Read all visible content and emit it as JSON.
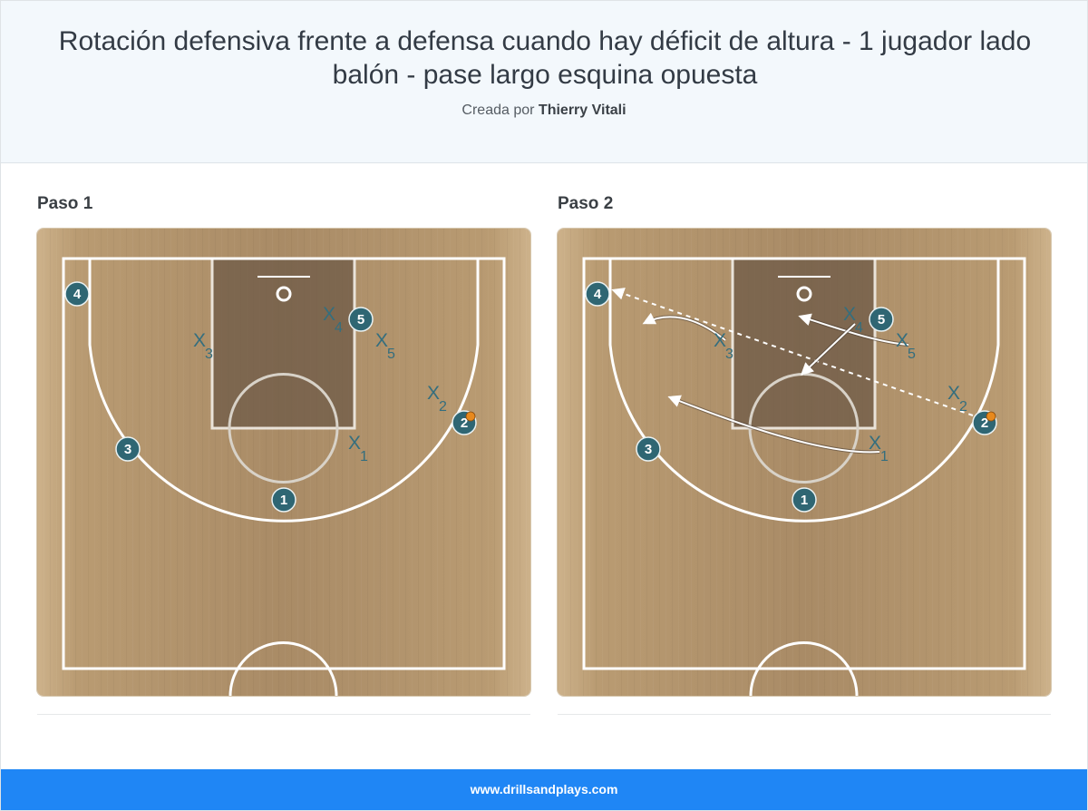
{
  "header": {
    "title": "Rotación defensiva frente a defensa cuando hay déficit de altura - 1 jugador lado balón - pase largo esquina opuesta",
    "byline_prefix": "Creada por",
    "author": "Thierry Vitali"
  },
  "steps": [
    {
      "title": "Paso 1",
      "players": [
        {
          "label": "4",
          "ball": false
        },
        {
          "label": "5",
          "ball": false
        },
        {
          "label": "3",
          "ball": false
        },
        {
          "label": "1",
          "ball": false
        },
        {
          "label": "2",
          "ball": true
        }
      ],
      "defenders": [
        {
          "label": "X",
          "sub": "4"
        },
        {
          "label": "X",
          "sub": "3"
        },
        {
          "label": "X",
          "sub": "5"
        },
        {
          "label": "X",
          "sub": "2"
        },
        {
          "label": "X",
          "sub": "1"
        }
      ]
    },
    {
      "title": "Paso 2",
      "players": [
        {
          "label": "4",
          "ball": false
        },
        {
          "label": "5",
          "ball": false
        },
        {
          "label": "3",
          "ball": false
        },
        {
          "label": "1",
          "ball": false
        },
        {
          "label": "2",
          "ball": true
        }
      ],
      "defenders": [
        {
          "label": "X",
          "sub": "4"
        },
        {
          "label": "X",
          "sub": "3"
        },
        {
          "label": "X",
          "sub": "5"
        },
        {
          "label": "X",
          "sub": "2"
        },
        {
          "label": "X",
          "sub": "1"
        }
      ]
    }
  ],
  "footer": {
    "site": "www.drillsandplays.com"
  },
  "colors": {
    "header_bg": "#f3f8fc",
    "footer_bg": "#1f86f5",
    "player_fill": "#2f6673",
    "defender_text": "#346e7e",
    "court_wood": "#b8996f",
    "paint": "#7a6550",
    "ball": "#e8891c"
  }
}
